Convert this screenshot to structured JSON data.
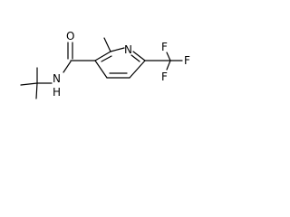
{
  "molecule": {
    "atoms": {
      "o": "O",
      "n_amide": "N",
      "h_amide": "H",
      "n_ring": "N",
      "f1": "F",
      "f2": "F",
      "f3": "F"
    }
  }
}
